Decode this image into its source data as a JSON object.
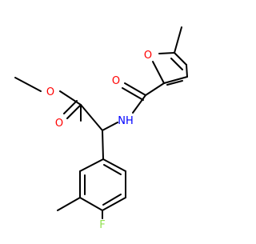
{
  "molecule": {
    "atom_labels": {
      "ester_carbonyl_oxygen": "O",
      "ester_ether_oxygen": "O",
      "furan_oxygen": "O",
      "amide_oxygen": "O",
      "amide_nitrogen": "NH",
      "fluorine": "F"
    },
    "colors": {
      "bond": "#000000",
      "oxygen": "#ff0000",
      "nitrogen": "#0000ff",
      "fluorine": "#90e050",
      "background": "#ffffff"
    }
  }
}
